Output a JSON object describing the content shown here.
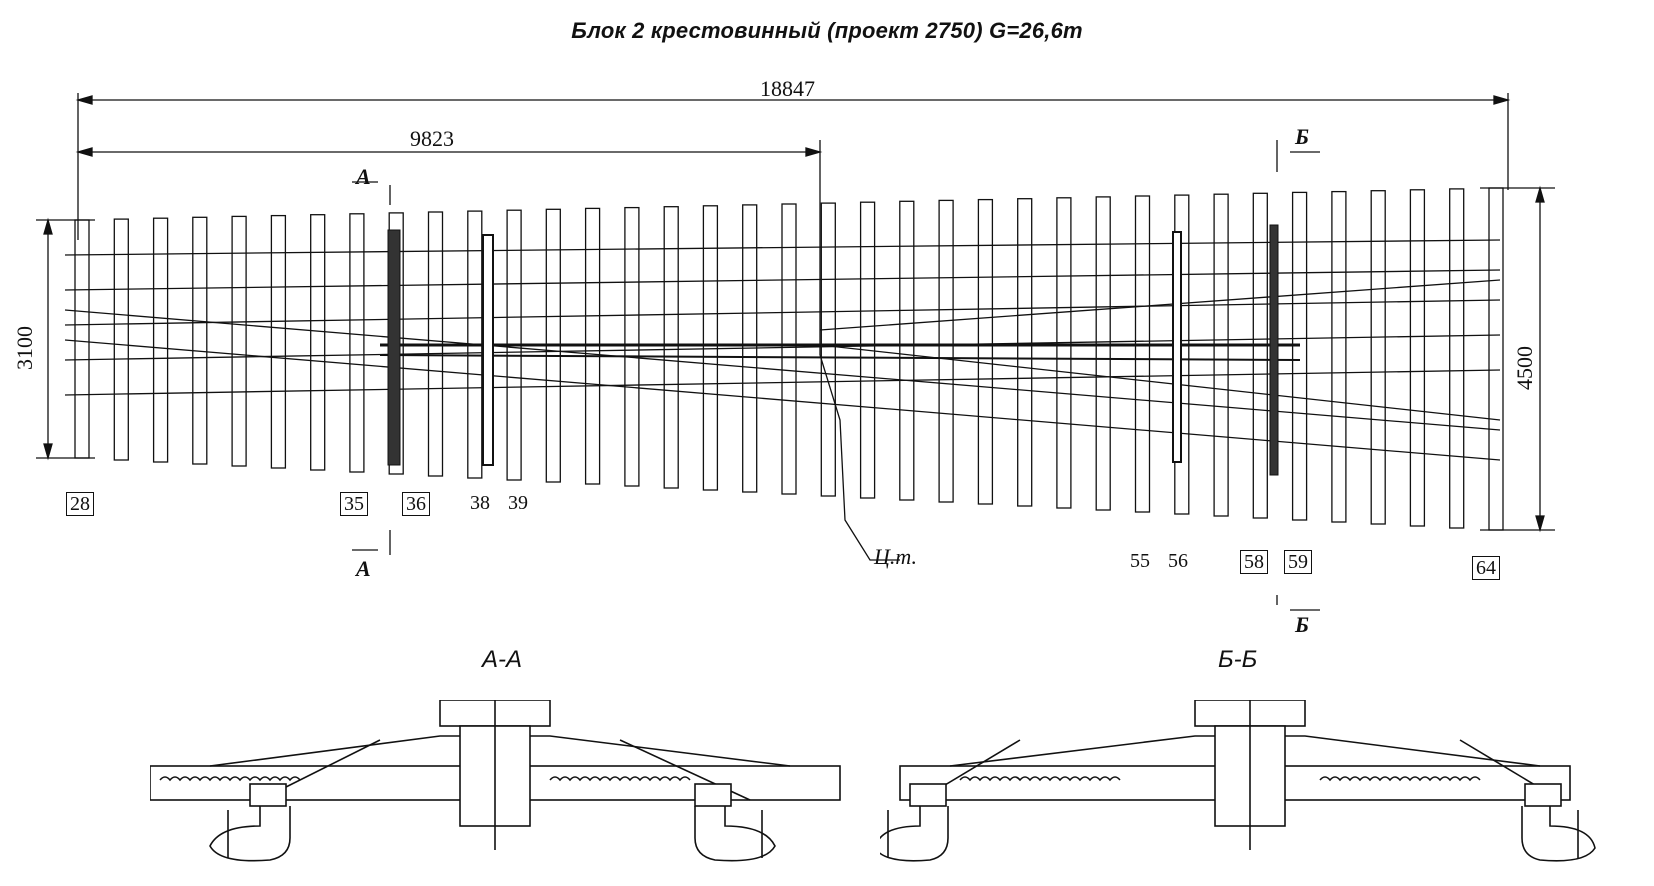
{
  "title": "Блок 2 крестовинный (проект 2750)   G=26,6т",
  "dimensions": {
    "total_length": "18847",
    "center_distance": "9823",
    "left_width": "3100",
    "right_width": "4500"
  },
  "section_markers": {
    "a_top": "А",
    "a_bottom": "А",
    "b_top": "Б",
    "b_bottom": "Б"
  },
  "center_of_gravity_label": "Ц.т.",
  "tie_labels": {
    "boxed": [
      "28",
      "35",
      "36",
      "58",
      "59",
      "64"
    ],
    "plain": [
      "38",
      "39",
      "55",
      "56"
    ]
  },
  "sections": {
    "a_a": "А-А",
    "b_b": "Б-Б"
  }
}
